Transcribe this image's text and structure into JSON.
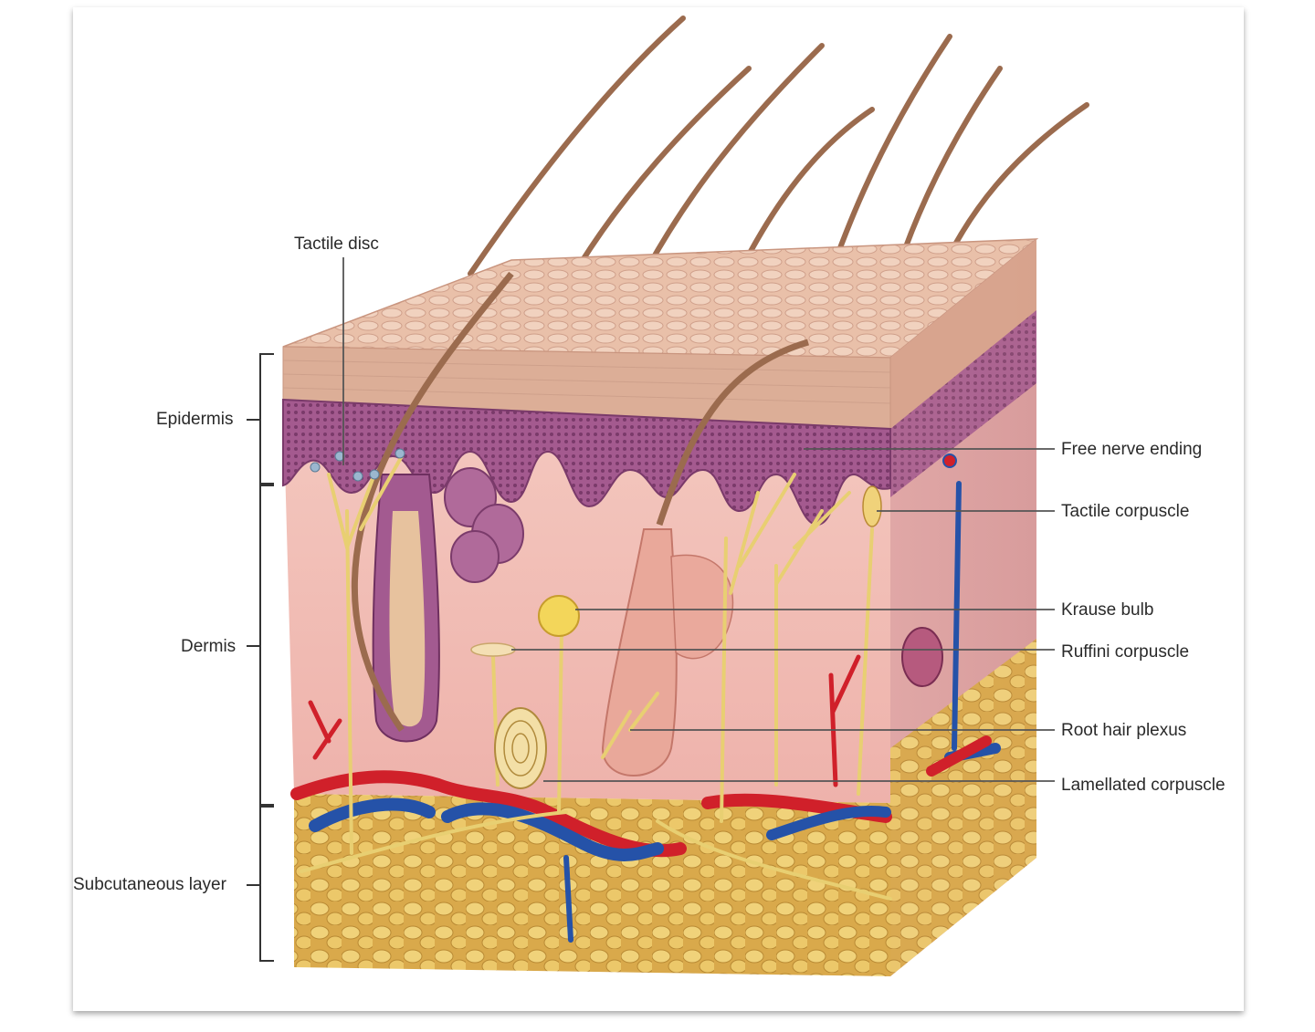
{
  "labels_left": {
    "epidermis": "Epidermis",
    "dermis": "Dermis",
    "subcutaneous": "Subcutaneous layer"
  },
  "labels_top": {
    "tactile_disc": "Tactile disc"
  },
  "labels_right": {
    "free_nerve_ending": "Free nerve ending",
    "tactile_corpuscle": "Tactile corpuscle",
    "krause_bulb": "Krause bulb",
    "ruffini_corpuscle": "Ruffini corpuscle",
    "root_hair_plexus": "Root hair plexus",
    "lamellated_corpuscle": "Lamellated corpuscle"
  },
  "colors": {
    "epidermis_surface": "#e4b59e",
    "epidermis_basal": "#9a4f86",
    "dermis": "#f2bdb6",
    "subcutaneous_fat": "#e9c56a",
    "artery": "#d0202a",
    "vein": "#2552a8",
    "nerve": "#e8cf72",
    "hair": "#9b6b4e"
  }
}
